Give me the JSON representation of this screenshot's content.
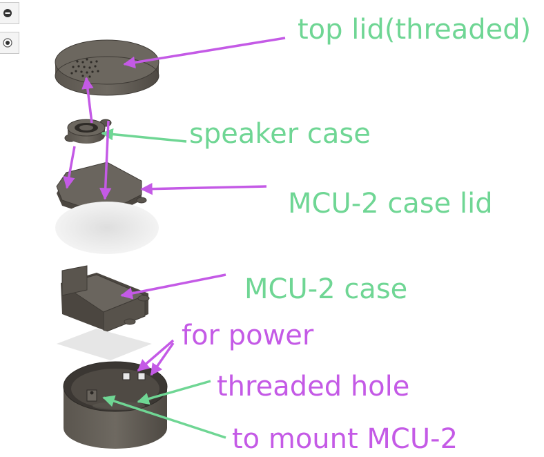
{
  "labels": {
    "top_lid": "top lid(threaded)",
    "speaker_case": "speaker case",
    "mcu_case_lid": "MCU-2 case lid",
    "mcu_case": "MCU-2 case",
    "for_power": "for power",
    "threaded_hole": "threaded hole",
    "to_mount": "to mount MCU-2"
  },
  "colors": {
    "green_text": "#6fd694",
    "magenta_text": "#c45ae6",
    "green_arrow": "#6fd694",
    "magenta_arrow": "#c45ae6",
    "part_dark": "#4b4640",
    "part_mid": "#6a655e",
    "part_light": "#7a746c",
    "shadow": "#e8e8e8"
  },
  "toolbar": {
    "icons": [
      "minus-circle-icon",
      "radio-dot-icon"
    ]
  }
}
